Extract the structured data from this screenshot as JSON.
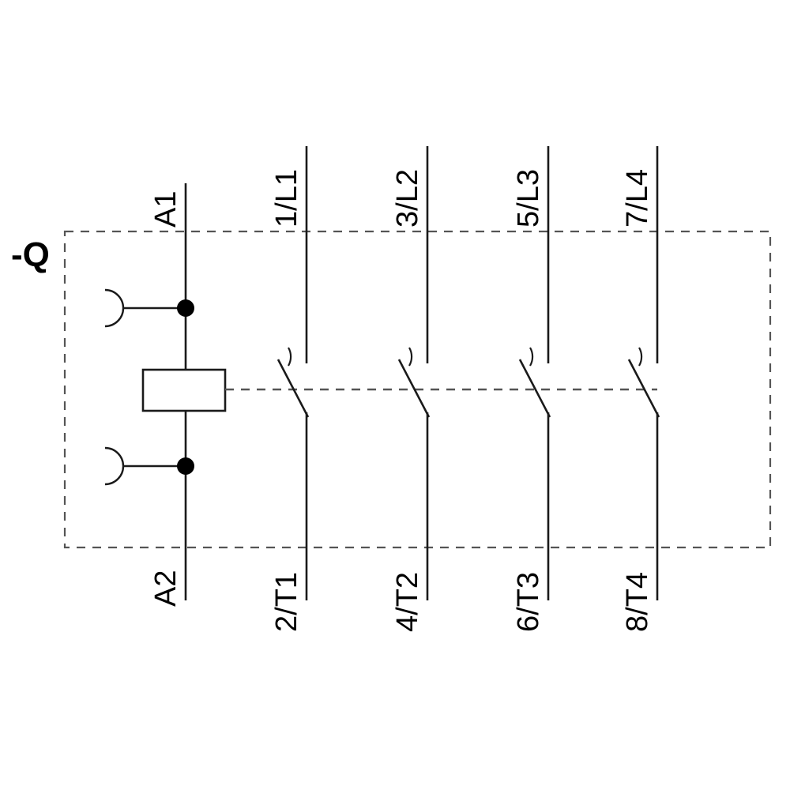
{
  "diagram": {
    "title": "-Q",
    "device_designation": "-Q",
    "type": "4-pole contactor circuit diagram",
    "colors": {
      "line": "#1a1a1a",
      "dashed": "#555555",
      "background": "#ffffff",
      "junction": "#000000"
    },
    "coil": {
      "terminal_top": "A1",
      "terminal_bottom": "A2"
    },
    "poles": [
      {
        "top_label": "1/L1",
        "bottom_label": "2/T1"
      },
      {
        "top_label": "3/L2",
        "bottom_label": "4/T2"
      },
      {
        "top_label": "5/L3",
        "bottom_label": "6/T3"
      },
      {
        "top_label": "7/L4",
        "bottom_label": "8/T4"
      }
    ],
    "icons": {
      "coil_box": "coil-rectangle-icon",
      "junction_dot": "junction-dot-icon",
      "terminal_arc": "terminal-arc-icon",
      "contact_arc": "fixed-contact-arc-icon",
      "moving_contact": "moving-contact-diagonal-icon",
      "mechanical_link": "dashed-mechanical-link-icon",
      "device_boundary": "dashed-device-boundary-icon"
    }
  }
}
